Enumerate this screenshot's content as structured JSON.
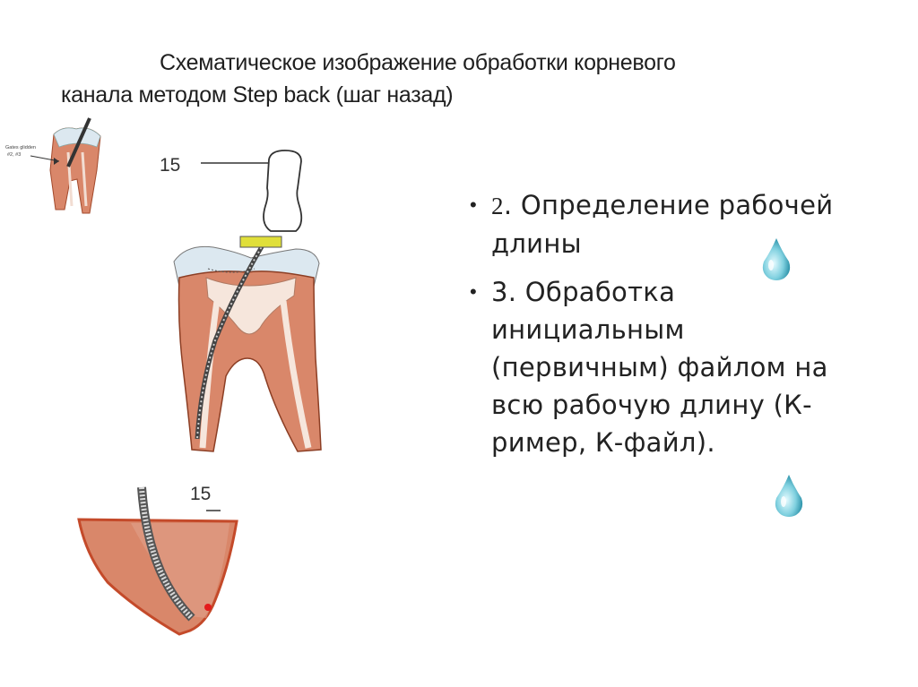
{
  "title": {
    "line1": "Схематическое изображение обработки корневого",
    "line2": "канала методом Step back (шаг назад)"
  },
  "bullets": [
    {
      "num": "2",
      "text": ". Определение рабочей длины"
    },
    {
      "text": "3. Обработка инициальным (первичным) файлом на всю рабочую длину (К-ример, К-файл)."
    }
  ],
  "figures": {
    "small_tooth_label_1": "Gates glidden",
    "small_tooth_label_2": "#2, #3",
    "file_size_top": "15",
    "file_size_bottom": "15"
  },
  "colors": {
    "root": "#d9876a",
    "root_dark": "#c44a2a",
    "enamel": "#dce8f0",
    "stopper": "#e0df3a",
    "drop": "#5fb7c9"
  }
}
